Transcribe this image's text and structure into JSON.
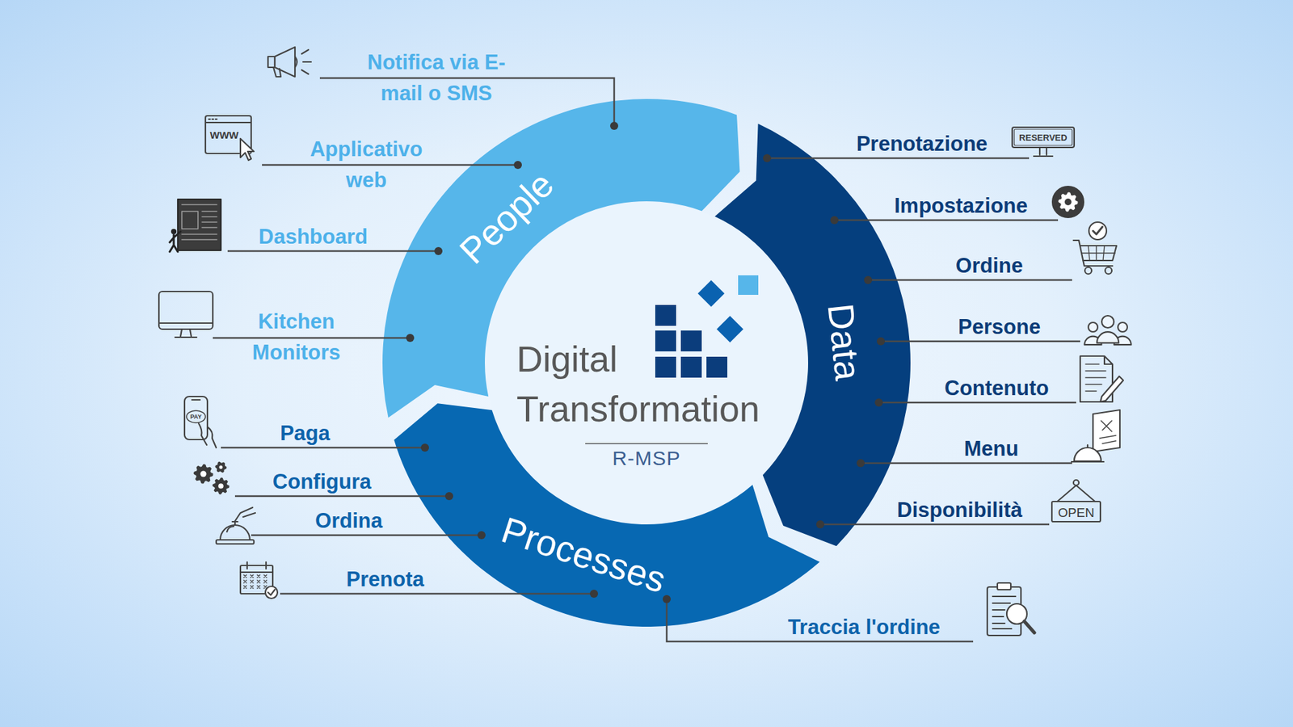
{
  "diagram": {
    "nodes": [
      {
        "text": [
          "Digital Transformation",
          "R-MSP"
        ]
      },
      {
        "text": [
          "People"
        ]
      },
      {
        "text": [
          "Data"
        ]
      },
      {
        "text": [
          "Processes"
        ]
      }
    ],
    "labels": [
      "Notifica via E-mail o SMS",
      "Applicativo web",
      "Dashboard",
      "Kitchen Monitors",
      "Paga",
      "Configura",
      "Ordina",
      "Prenota",
      "Prenotazione",
      "Impostazione",
      "Ordine",
      "Persone",
      "Contenuto",
      "Menu",
      "Disponibilità",
      "Traccia l'ordine",
      "WWW",
      "RESERVED",
      "PAY",
      "OPEN"
    ]
  }
}
